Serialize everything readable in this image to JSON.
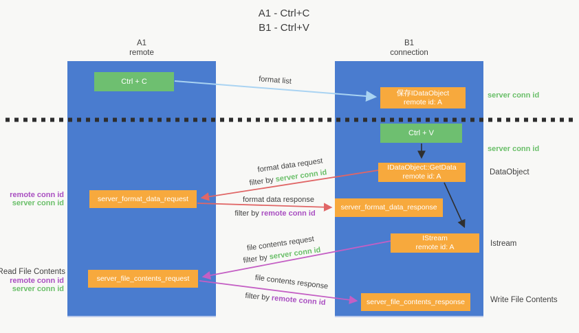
{
  "title": {
    "line1": "A1 - Ctrl+C",
    "line2": "B1 - Ctrl+V"
  },
  "lanes": {
    "left": {
      "name": "A1",
      "subtitle": "remote"
    },
    "right": {
      "name": "B1",
      "subtitle": "connection"
    }
  },
  "nodes": {
    "ctrl_c": "Ctrl + C",
    "ctrl_v": "Ctrl + V",
    "save_idataobject": {
      "line1": "保存IDataObject",
      "line2": "remote id: A"
    },
    "getdata": {
      "line1": "IDataObject::GetData",
      "line2": "remote id: A"
    },
    "istream": {
      "line1": "IStream",
      "line2": "remote id: A"
    },
    "format_data_request": "server_format_data_request",
    "format_data_response": "server_format_data_response",
    "file_contents_request": "server_file_contents_request",
    "file_contents_response": "server_file_contents_response"
  },
  "side_labels": {
    "left": {
      "remote_conn_id_1": "remote conn id",
      "server_conn_id_1": "server conn id",
      "read_file_contents": "Read File Contents",
      "remote_conn_id_2": "remote conn id",
      "server_conn_id_2": "server conn id"
    },
    "right": {
      "server_conn_id_1": "server conn id",
      "server_conn_id_2": "server conn id",
      "dataobject": "DataObject",
      "istream": "Istream",
      "write_file_contents": "Write File Contents"
    }
  },
  "arrow_labels": {
    "format_list": "format list",
    "format_data_request": "format data request",
    "format_data_response": "format data response",
    "file_contents_request": "file contents request",
    "file_contents_response": "file contents response",
    "filter_by": "filter by ",
    "server_conn_id": "server conn id",
    "remote_conn_id": "remote conn id"
  },
  "colors": {
    "bg": "#f8f8f6",
    "lane_blue": "#4a7ccf",
    "box_orange": "#f7a93d",
    "box_green": "#6ebf70",
    "text_green": "#6abf69",
    "text_purple": "#a94fc1",
    "text_dark": "#3f3f3f",
    "arrow_blue": "#a9d3f2",
    "arrow_red": "#e06666",
    "arrow_purple": "#c45fc4",
    "arrow_black": "#2f2f2f"
  }
}
